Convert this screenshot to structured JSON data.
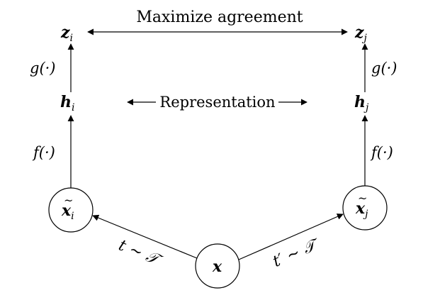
{
  "title": "Maximize agreement",
  "representation_label": "Representation",
  "nodes": {
    "z_i": {
      "base": "z",
      "sub": "i"
    },
    "z_j": {
      "base": "z",
      "sub": "j"
    },
    "h_i": {
      "base": "h",
      "sub": "i"
    },
    "h_j": {
      "base": "h",
      "sub": "j"
    },
    "xt_i": {
      "base": "x",
      "sub": "i"
    },
    "xt_j": {
      "base": "x",
      "sub": "j"
    },
    "x": {
      "base": "x"
    }
  },
  "edges": {
    "g_left": "g(·)",
    "g_right": "g(·)",
    "f_left": "f(·)",
    "f_right": "f(·)",
    "t_left": "t ∼ 𝒯",
    "t_right": "t′ ∼ 𝒯"
  }
}
